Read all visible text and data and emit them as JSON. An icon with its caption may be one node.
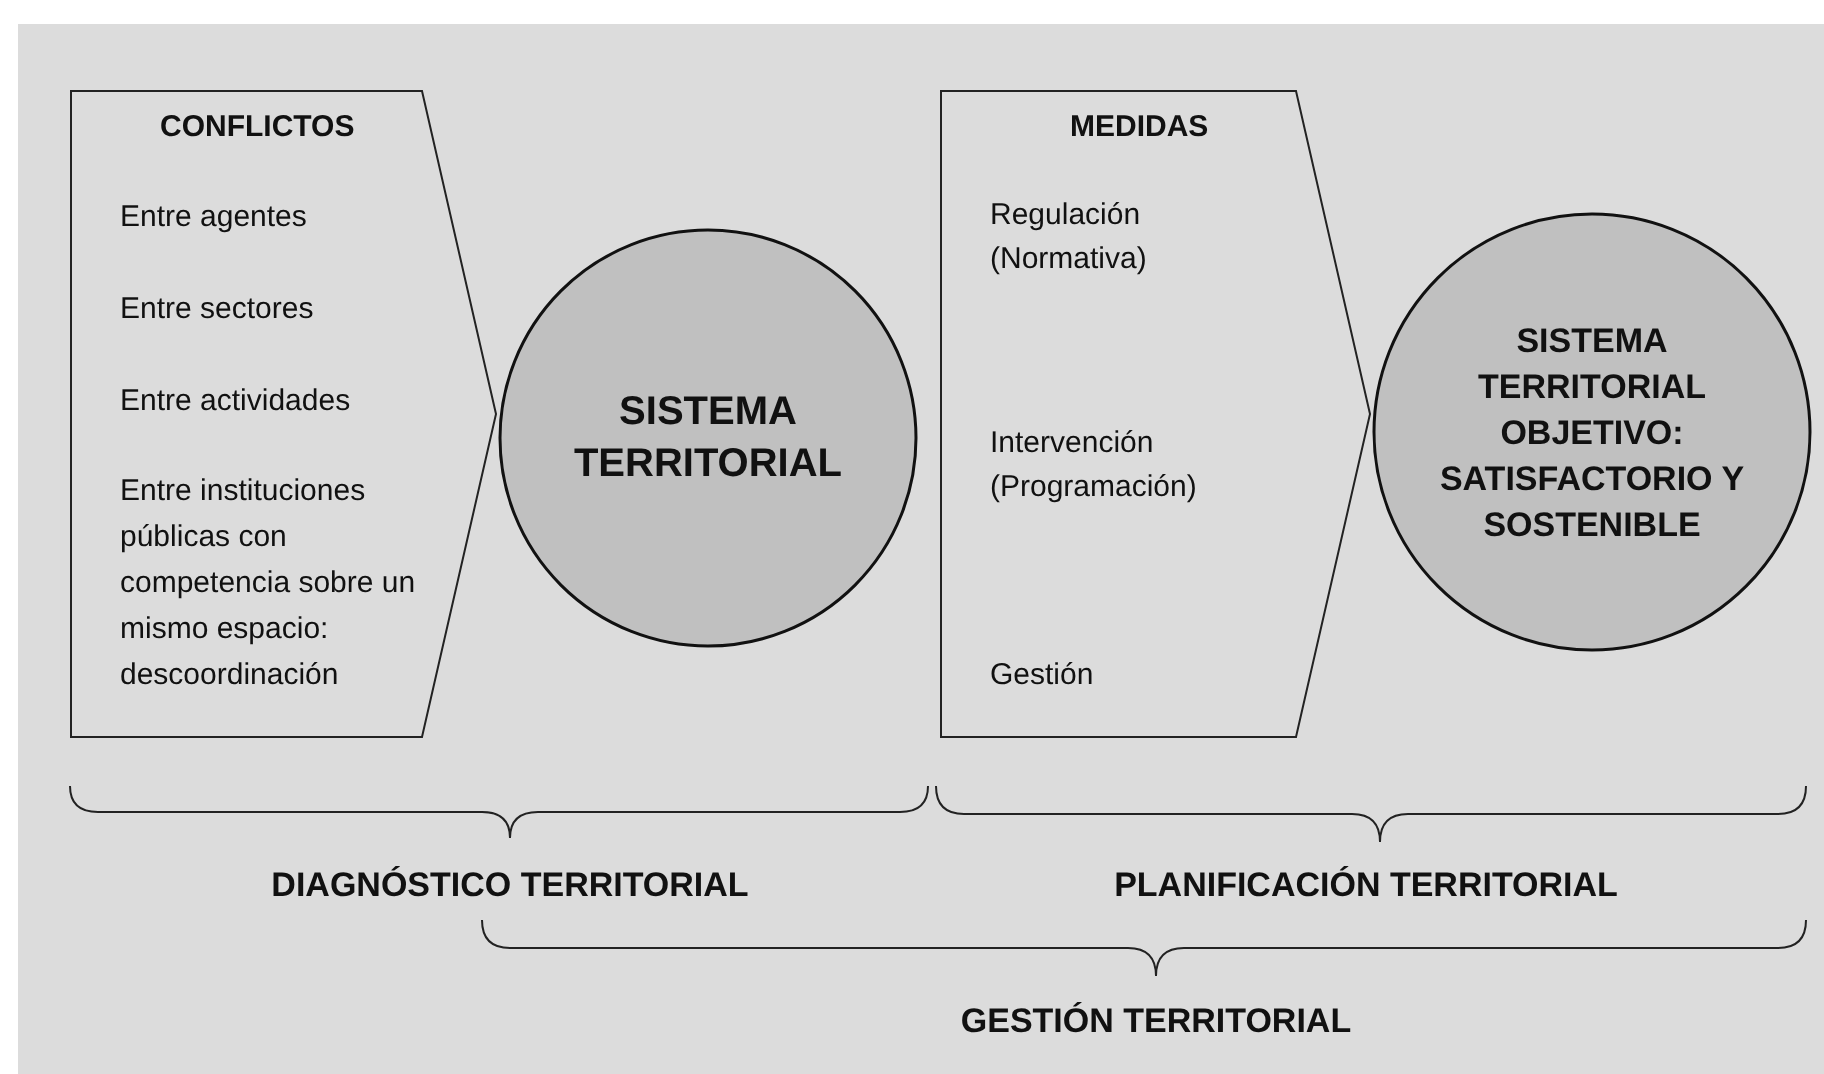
{
  "diagram": {
    "nodes": [
      {
        "text": [
          "CONFLICTOS",
          "Entre agentes",
          "Entre sectores",
          "Entre actividades",
          "Entre instituciones públicas con competencia sobre un mismo espacio: descoordinación"
        ]
      },
      {
        "text": [
          "SISTEMA TERRITORIAL"
        ]
      },
      {
        "text": [
          "MEDIDAS",
          "Regulación (Normativa)",
          "Intervención (Programación)",
          "Gestión"
        ]
      },
      {
        "text": [
          "SISTEMA TERRITORIAL OBJETIVO: SATISFACTORIO Y SOSTENIBLE"
        ]
      }
    ],
    "labels": [
      "DIAGNÓSTICO TERRITORIAL",
      "PLANIFICACIÓN TERRITORIAL",
      "GESTIÓN TERRITORIAL"
    ]
  }
}
